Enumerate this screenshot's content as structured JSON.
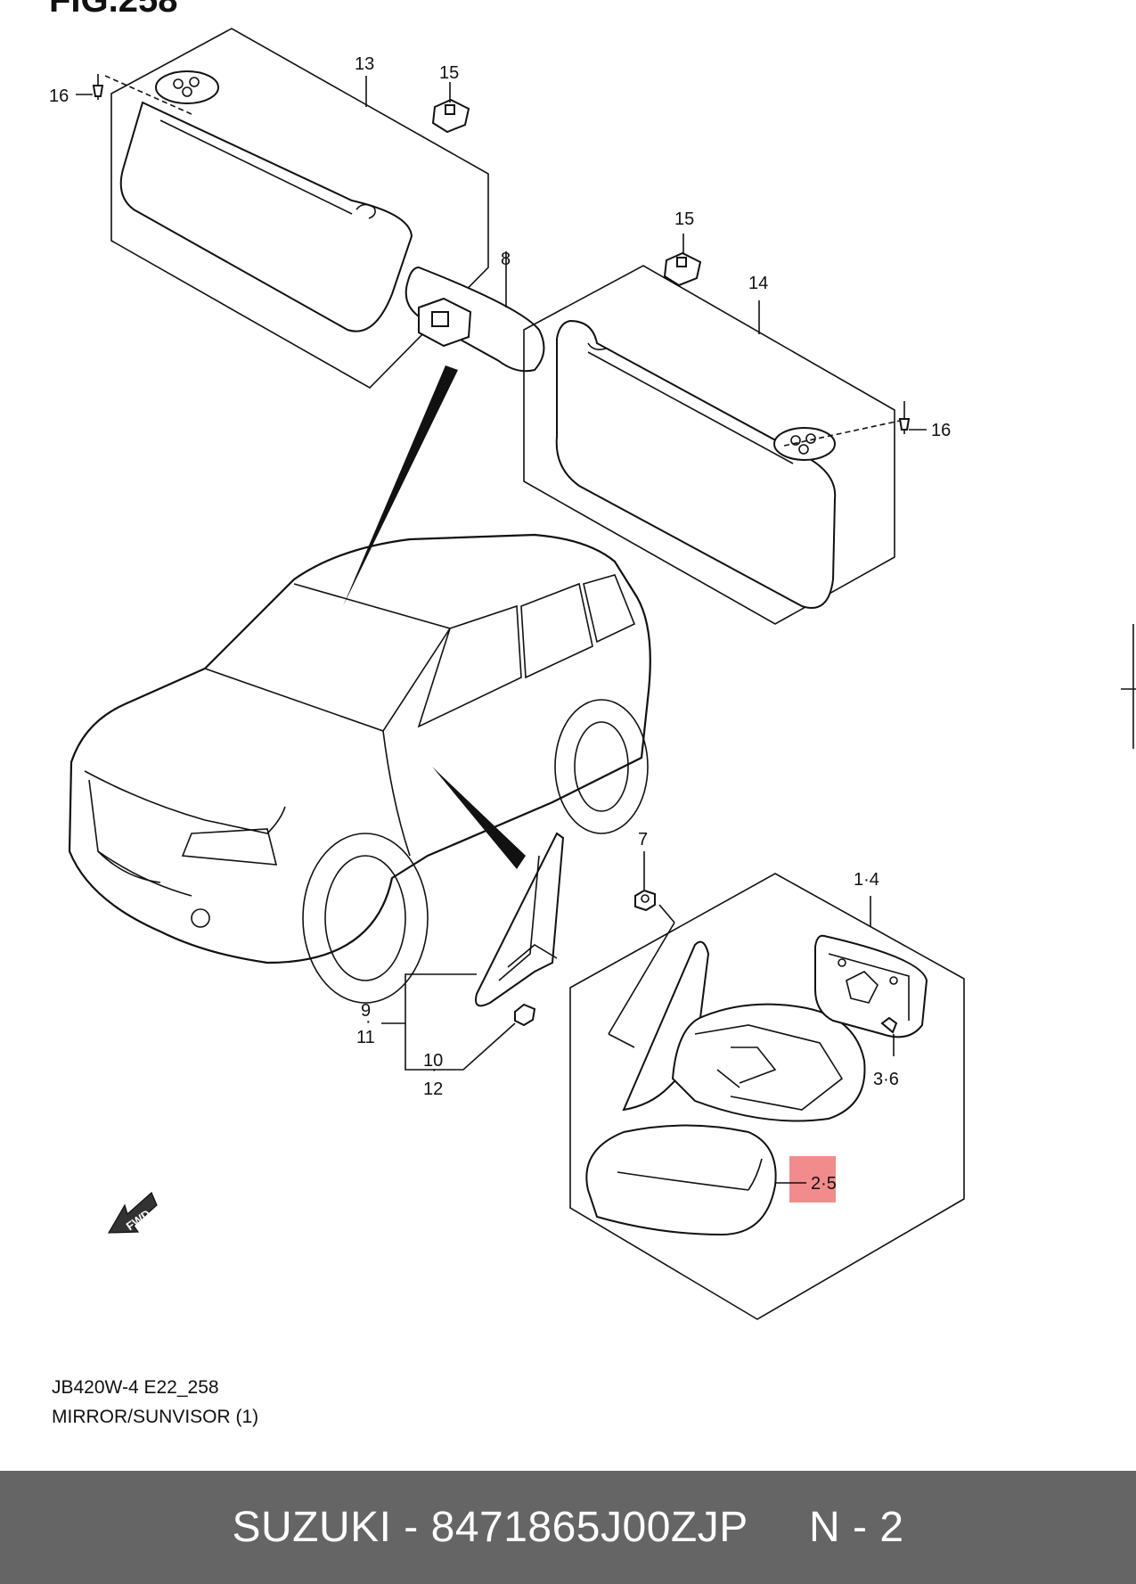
{
  "figure": {
    "title": "FIG.258",
    "code": "JB420W-4 E22_258",
    "caption": "MIRROR/SUNVISOR (1)"
  },
  "callouts": {
    "c13": "13",
    "c15a": "15",
    "c16a": "16",
    "c8": "8",
    "c15b": "15",
    "c14": "14",
    "c16b": "16",
    "c7": "7",
    "c14g": "1·4",
    "c36": "3·6",
    "c25": "2·5",
    "c9": "9",
    "c11": "11",
    "c10": "10",
    "c12": "12"
  },
  "fwd_label": "FWD",
  "highlight_color": "#f28b8b",
  "footer": {
    "text": "SUZUKI - 8471865J00ZJP     N - 2"
  }
}
